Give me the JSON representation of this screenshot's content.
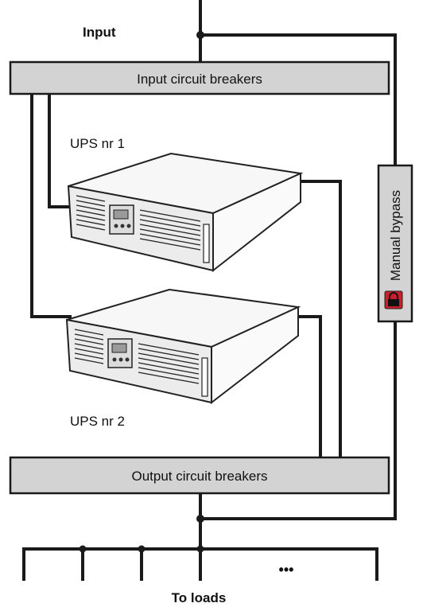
{
  "diagram": {
    "input_label": "Input",
    "input_breakers_label": "Input circuit breakers",
    "ups1_label": "UPS nr 1",
    "ups2_label": "UPS nr 2",
    "output_breakers_label": "Output circuit breakers",
    "bypass_label": "Manual bypass",
    "ellipsis": "•••",
    "loads_label": "To loads",
    "bypass_icon": "padlock-icon",
    "colors": {
      "box_fill": "#d3d3d3",
      "wire": "#1a1a1a",
      "bypass_icon_red": "#c8202a"
    }
  }
}
